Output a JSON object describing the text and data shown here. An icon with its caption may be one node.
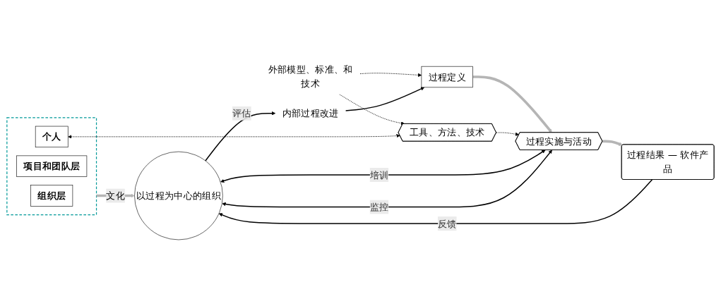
{
  "diagram": {
    "nodes": [
      {
        "text": [
          "外部模型、标准、和技术"
        ]
      },
      {
        "text": [
          "过程定义"
        ]
      },
      {
        "text": [
          "内部过程改进"
        ]
      },
      {
        "text": [
          "工具、方法、技术"
        ]
      },
      {
        "text": [
          "过程实施与活动"
        ]
      },
      {
        "text": [
          "以过程为中心的组织"
        ]
      },
      {
        "text": [],
        "shape": "box"
      },
      {
        "text": [
          "组织层"
        ],
        "in": 6
      },
      {
        "text": [
          "项目和团队层"
        ],
        "in": 6
      },
      {
        "text": [
          "个人"
        ],
        "in": 6
      },
      {
        "text": [
          "过程结果 — 软件产品"
        ]
      }
    ],
    "edges": [
      {
        "from": 0,
        "to": 1,
        "arrow": "to",
        "style": "dashed"
      },
      {
        "from": 0,
        "to": 3,
        "arrow": "to",
        "style": "dashed"
      },
      {
        "from": 2,
        "to": 1,
        "arrow": "to"
      },
      {
        "from": 1,
        "to": 4,
        "arrow": "to",
        "style": "thick",
        "color": "#b5b5b5"
      },
      {
        "from": 3,
        "to": 4,
        "arrow": "to",
        "style": "dashed"
      },
      {
        "from": 5,
        "to": 4,
        "arrow": "both",
        "label": "培训"
      },
      {
        "from": 5,
        "to": 4,
        "arrow": "both",
        "label": "监控"
      },
      {
        "from": 5,
        "to": 2,
        "arrow": "to",
        "label": "评估"
      },
      {
        "from": 6,
        "to": 5,
        "arrow": "to",
        "label": "文化",
        "style": "thick",
        "color": "#b5b5b5"
      },
      {
        "from": 4,
        "to": 10,
        "arrow": "to",
        "style": "thick",
        "color": "#b5b5b5"
      },
      {
        "from": 10,
        "to": 5,
        "arrow": "to",
        "label": "反馈"
      },
      {
        "from": 9,
        "to": 3,
        "arrow": "both",
        "style": "dashed"
      }
    ]
  }
}
